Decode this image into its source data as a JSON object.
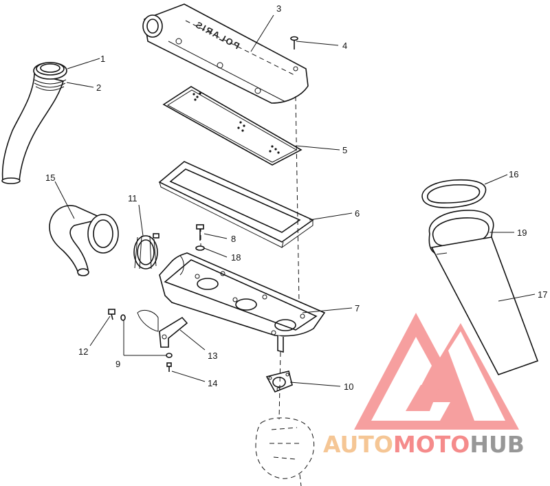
{
  "diagram": {
    "callouts": [
      {
        "id": "1",
        "label": "1"
      },
      {
        "id": "2",
        "label": "2"
      },
      {
        "id": "3",
        "label": "3"
      },
      {
        "id": "4",
        "label": "4"
      },
      {
        "id": "5",
        "label": "5"
      },
      {
        "id": "6",
        "label": "6"
      },
      {
        "id": "7",
        "label": "7"
      },
      {
        "id": "8",
        "label": "8"
      },
      {
        "id": "9",
        "label": "9"
      },
      {
        "id": "10",
        "label": "10"
      },
      {
        "id": "11",
        "label": "11"
      },
      {
        "id": "12",
        "label": "12"
      },
      {
        "id": "13",
        "label": "13"
      },
      {
        "id": "14",
        "label": "14"
      },
      {
        "id": "15",
        "label": "15"
      },
      {
        "id": "16",
        "label": "16"
      },
      {
        "id": "17",
        "label": "17"
      },
      {
        "id": "18",
        "label": "18"
      },
      {
        "id": "19",
        "label": "19"
      }
    ],
    "brand_on_part": "POLARIS"
  },
  "watermark": {
    "part1": "AUTO",
    "part2": "MOTO",
    "part3": "HUB",
    "color_light": "#f5c08a",
    "color_mid": "#f47f7f",
    "color_dark": "#8c8c8c"
  }
}
